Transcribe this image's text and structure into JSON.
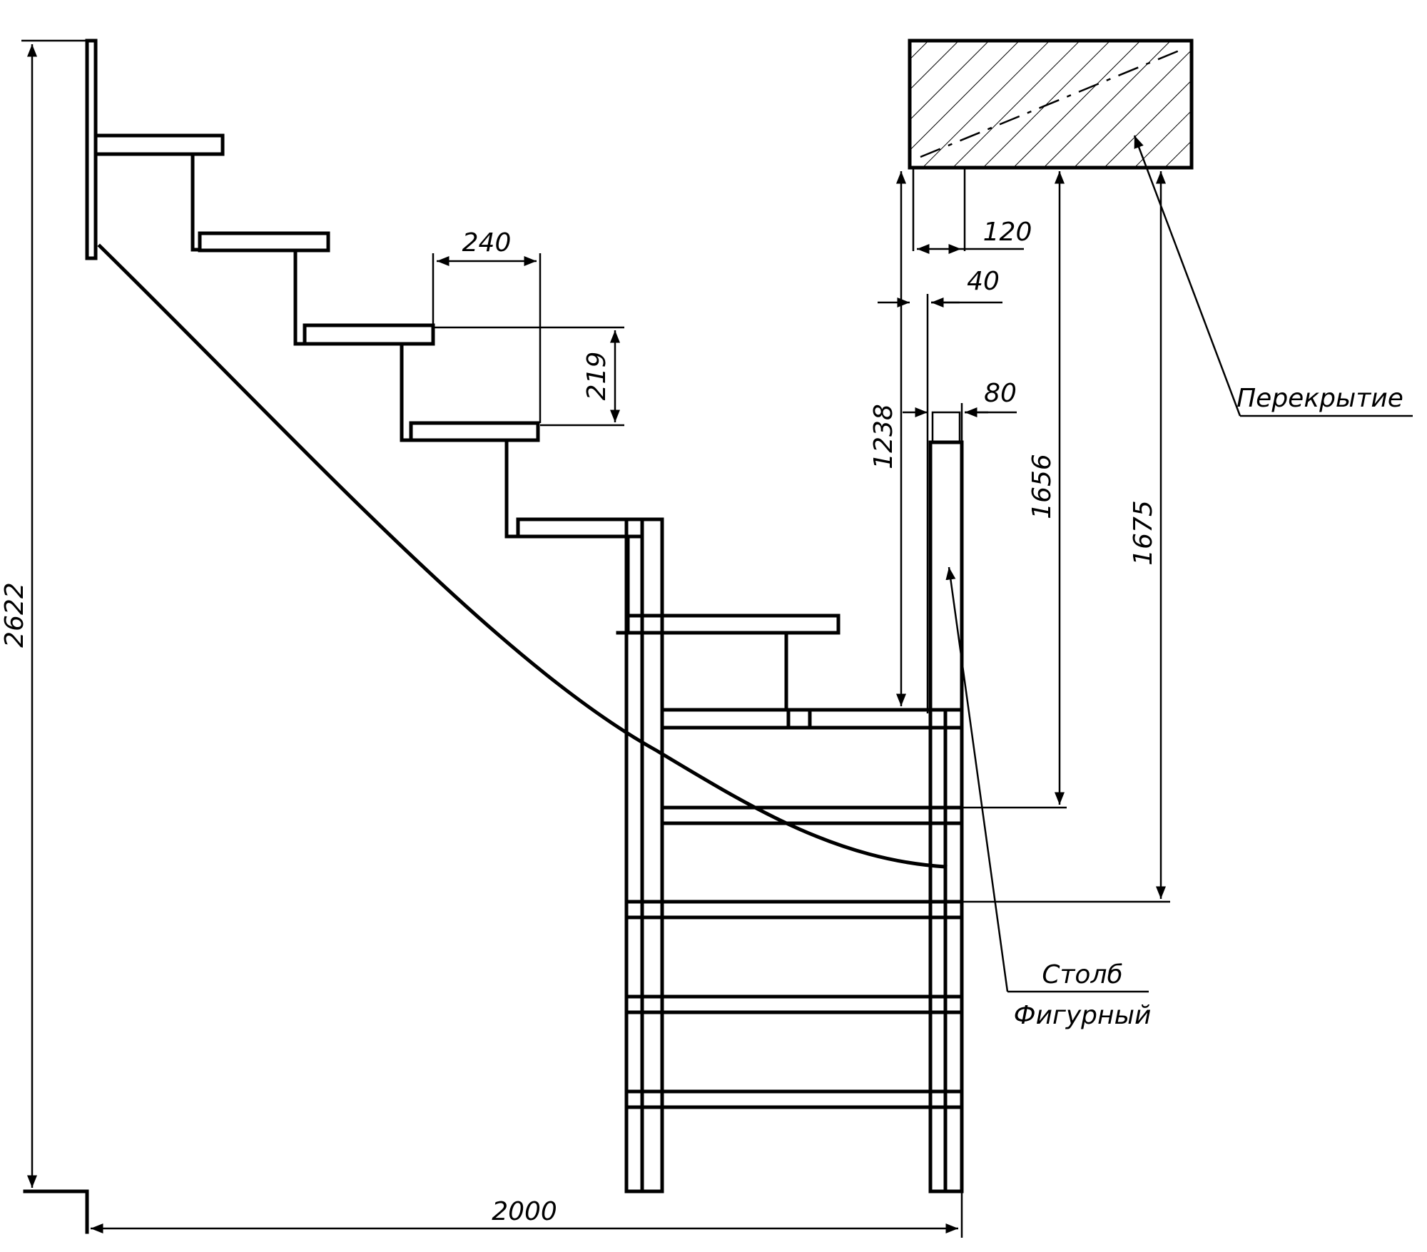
{
  "drawing": {
    "dimensions": {
      "total_height": "2622",
      "total_length": "2000",
      "tread_depth": "240",
      "riser_height": "219",
      "post_offset_120": "120",
      "post_offset_40": "40",
      "post_width": "80",
      "clearance_1238": "1238",
      "clearance_1656": "1656",
      "clearance_1675": "1675"
    },
    "labels": {
      "ceiling": "Перекрытие",
      "post_line1": "Столб",
      "post_line2": "Фигурный"
    },
    "colors": {
      "line": "#000000",
      "background": "#ffffff"
    }
  }
}
